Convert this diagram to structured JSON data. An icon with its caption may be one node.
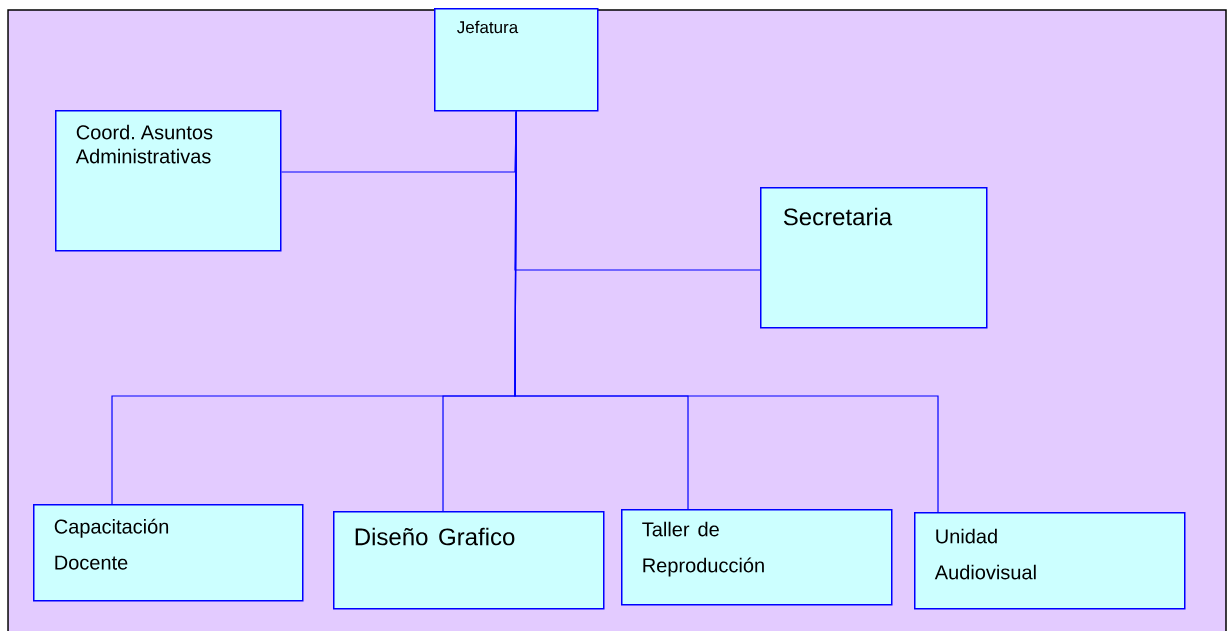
{
  "diagram": {
    "nodes": [
      {
        "text": [
          "Jefatura"
        ]
      },
      {
        "text": [
          "Coord. Asuntos Administrativas"
        ]
      },
      {
        "text": [
          "Secretaria"
        ]
      },
      {
        "text": [
          "Capacitación Docente"
        ]
      },
      {
        "text": [
          "Diseño Grafico"
        ]
      },
      {
        "text": [
          "Taller de Reproducción"
        ]
      },
      {
        "text": [
          "Unidad Audiovisual"
        ]
      }
    ],
    "edges": [
      {
        "from": 0,
        "to": 1,
        "arrow": "none"
      },
      {
        "from": 0,
        "to": 2,
        "arrow": "none"
      },
      {
        "from": 0,
        "to": 3,
        "arrow": "none"
      },
      {
        "from": 0,
        "to": 4,
        "arrow": "none"
      },
      {
        "from": 0,
        "to": 5,
        "arrow": "none"
      },
      {
        "from": 0,
        "to": 6,
        "arrow": "none"
      }
    ]
  }
}
